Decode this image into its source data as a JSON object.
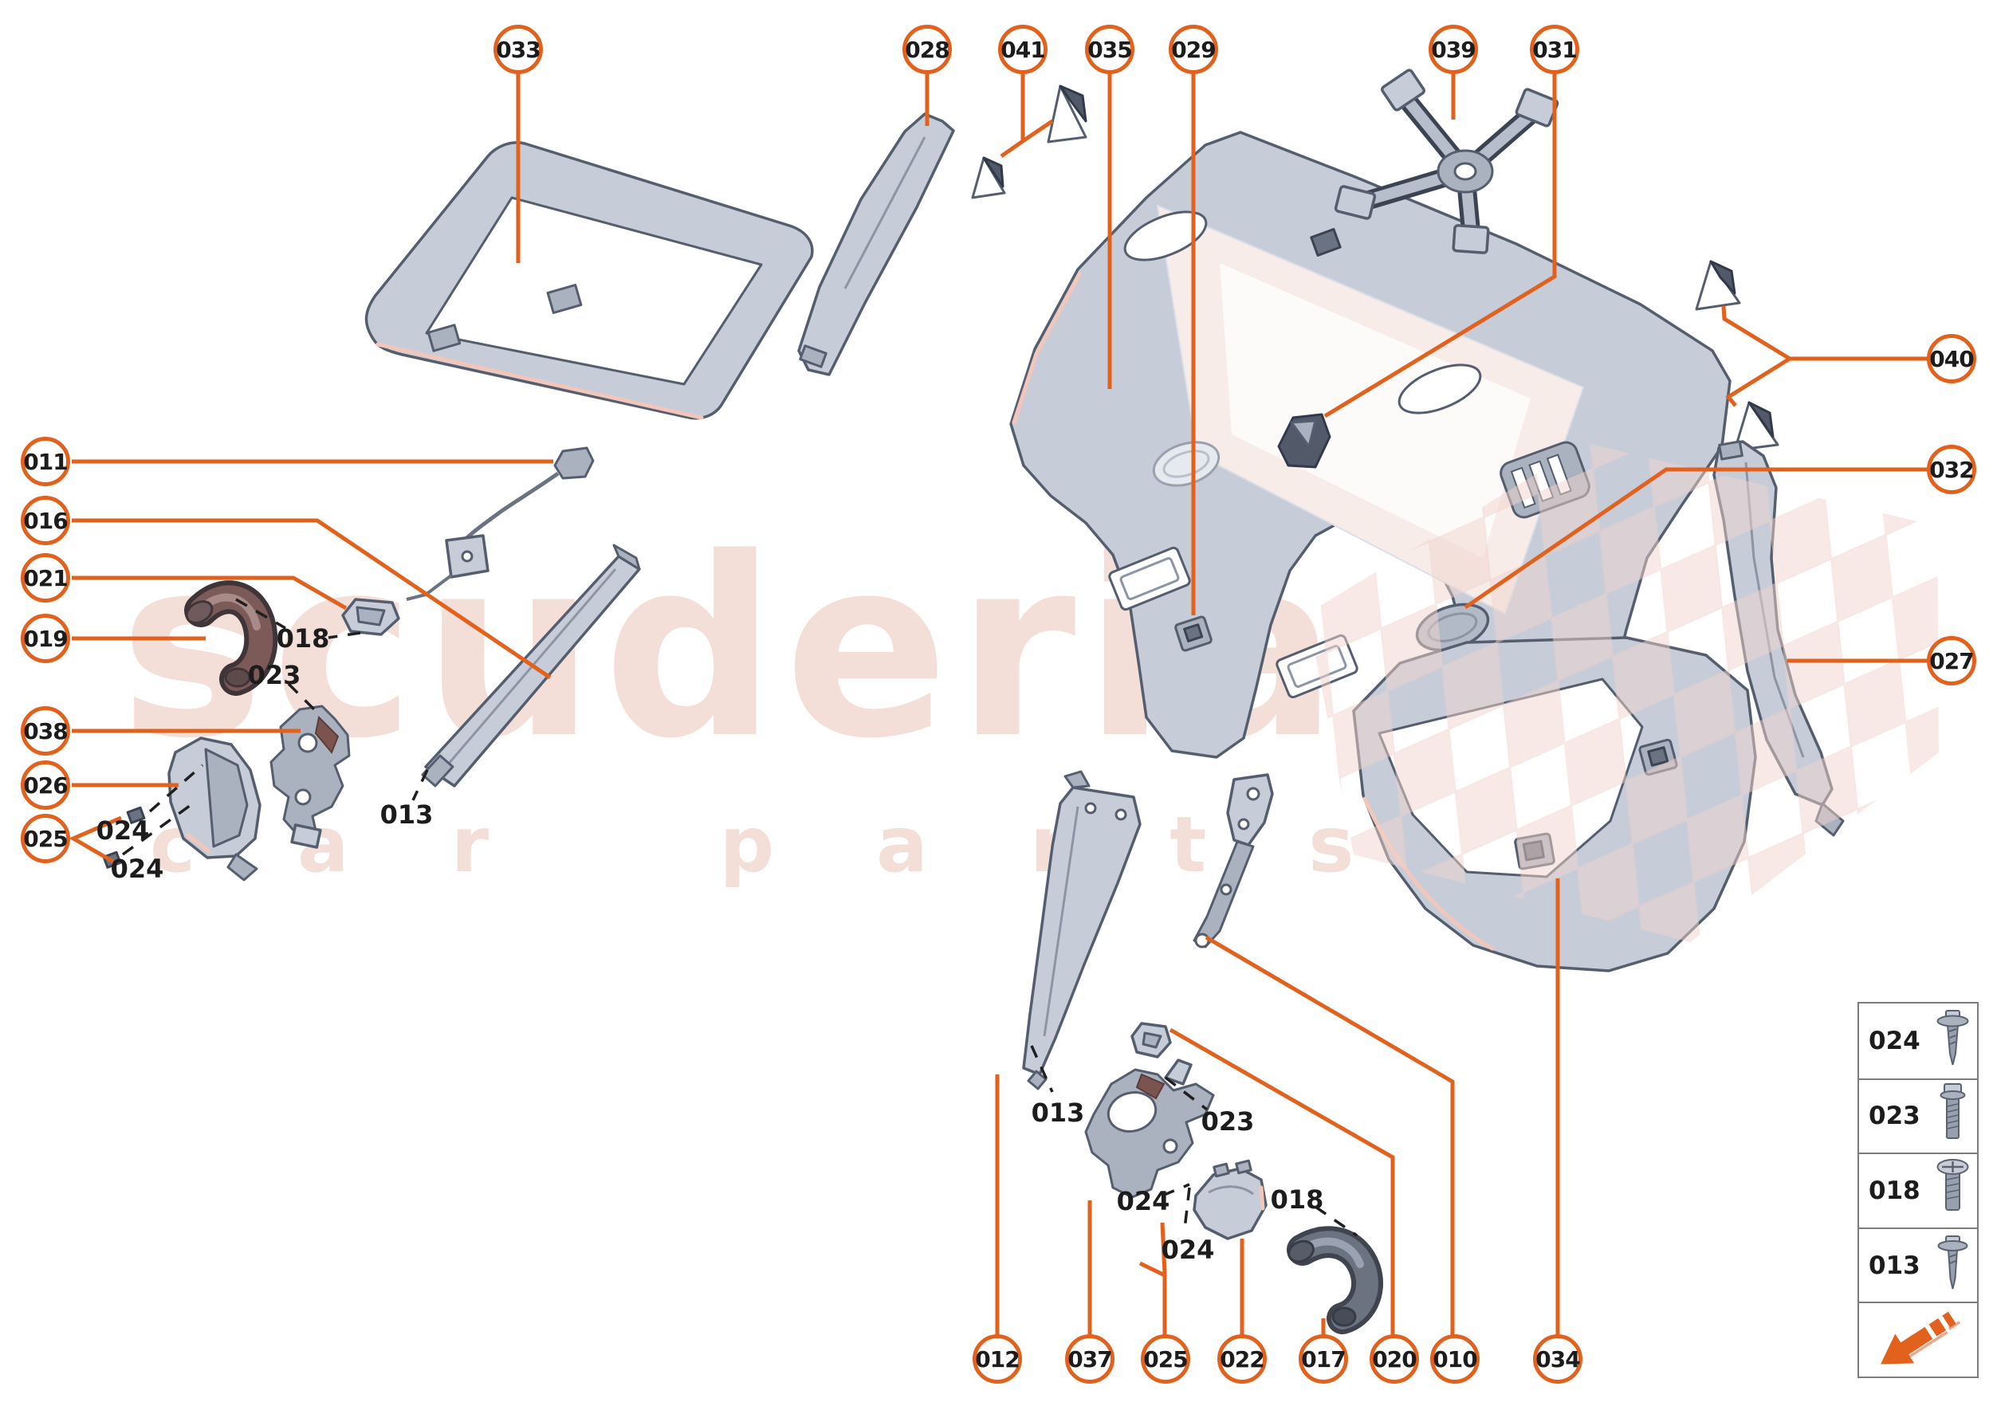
{
  "watermark": {
    "line1": "scuderia",
    "line2": "car parts"
  },
  "callouts": {
    "c033": "033",
    "c028": "028",
    "c041": "041",
    "c035": "035",
    "c029": "029",
    "c039": "039",
    "c031": "031",
    "c040": "040",
    "c032": "032",
    "c027": "027",
    "c011": "011",
    "c016": "016",
    "c021": "021",
    "c019": "019",
    "c038": "038",
    "c026": "026",
    "c025": "025",
    "c012": "012",
    "c037": "037",
    "c025b": "025",
    "c022": "022",
    "c017": "017",
    "c020": "020",
    "c010": "010",
    "c034": "034"
  },
  "inline_labels": {
    "l018a": "018",
    "l023a": "023",
    "l013a": "013",
    "l024a": "024",
    "l024b": "024",
    "l013b": "013",
    "l023b": "023",
    "l024c": "024",
    "l024d": "024",
    "l018b": "018"
  },
  "legend": {
    "rows": [
      {
        "code": "024",
        "icon": "screw-self-tapping-icon"
      },
      {
        "code": "023",
        "icon": "bolt-hex-flange-icon"
      },
      {
        "code": "018",
        "icon": "screw-pan-head-icon"
      },
      {
        "code": "013",
        "icon": "screw-self-tapping-icon"
      }
    ],
    "arrow_icon": "direction-arrow-icon"
  },
  "colors": {
    "accent": "#e2611c",
    "watermark_pink": "#f4ded8",
    "checker_pink": "#f0d3cc",
    "part_gray": "#c6cdd9",
    "part_outline": "#555e6e",
    "legend_border": "#7d7d7d",
    "label_text": "#1c1c1c"
  }
}
